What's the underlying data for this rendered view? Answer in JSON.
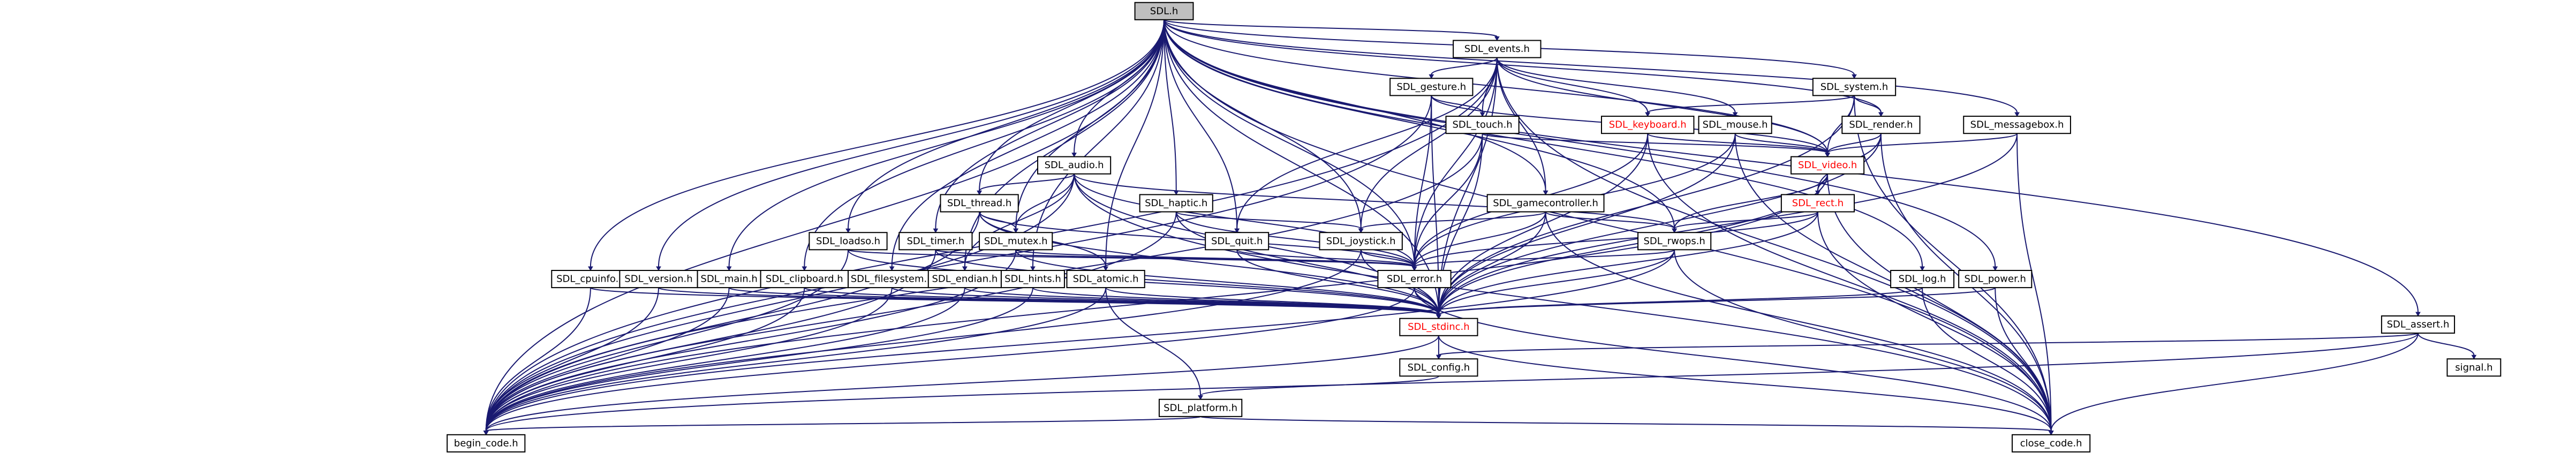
{
  "diagram": {
    "type": "include-dependency-graph",
    "colors": {
      "node_border": "#000000",
      "node_fill": "#ffffff",
      "root_fill": "#bfbfbf",
      "edge": "#191970",
      "text_default": "#000000",
      "text_highlight": "#ff0000",
      "border_highlight": "#ff0000"
    },
    "nodes": [
      {
        "id": "sdl",
        "label": "SDL.h",
        "root": true
      },
      {
        "id": "events",
        "label": "SDL_events.h"
      },
      {
        "id": "system",
        "label": "SDL_system.h"
      },
      {
        "id": "gesture",
        "label": "SDL_gesture.h"
      },
      {
        "id": "keyboard",
        "label": "SDL_keyboard.h",
        "highlight": true
      },
      {
        "id": "mouse",
        "label": "SDL_mouse.h"
      },
      {
        "id": "render",
        "label": "SDL_render.h"
      },
      {
        "id": "messagebox",
        "label": "SDL_messagebox.h"
      },
      {
        "id": "touch",
        "label": "SDL_touch.h"
      },
      {
        "id": "audio",
        "label": "SDL_audio.h"
      },
      {
        "id": "video",
        "label": "SDL_video.h",
        "highlight": true
      },
      {
        "id": "thread",
        "label": "SDL_thread.h"
      },
      {
        "id": "haptic",
        "label": "SDL_haptic.h"
      },
      {
        "id": "gamecontroller",
        "label": "SDL_gamecontroller.h"
      },
      {
        "id": "rect",
        "label": "SDL_rect.h",
        "highlight": true
      },
      {
        "id": "rwops",
        "label": "SDL_rwops.h"
      },
      {
        "id": "loadso",
        "label": "SDL_loadso.h"
      },
      {
        "id": "timer",
        "label": "SDL_timer.h"
      },
      {
        "id": "mutex",
        "label": "SDL_mutex.h"
      },
      {
        "id": "quit",
        "label": "SDL_quit.h"
      },
      {
        "id": "joystick",
        "label": "SDL_joystick.h"
      },
      {
        "id": "cpuinfo",
        "label": "SDL_cpuinfo.h"
      },
      {
        "id": "version",
        "label": "SDL_version.h"
      },
      {
        "id": "main",
        "label": "SDL_main.h"
      },
      {
        "id": "clipboard",
        "label": "SDL_clipboard.h"
      },
      {
        "id": "filesystem",
        "label": "SDL_filesystem.h"
      },
      {
        "id": "endian",
        "label": "SDL_endian.h"
      },
      {
        "id": "hints",
        "label": "SDL_hints.h"
      },
      {
        "id": "atomic",
        "label": "SDL_atomic.h"
      },
      {
        "id": "error",
        "label": "SDL_error.h"
      },
      {
        "id": "log",
        "label": "SDL_log.h"
      },
      {
        "id": "power",
        "label": "SDL_power.h"
      },
      {
        "id": "assert",
        "label": "SDL_assert.h"
      },
      {
        "id": "stdinc",
        "label": "SDL_stdinc.h",
        "highlight": true
      },
      {
        "id": "config",
        "label": "SDL_config.h"
      },
      {
        "id": "platform",
        "label": "SDL_platform.h"
      },
      {
        "id": "signal",
        "label": "signal.h",
        "borderless": true
      },
      {
        "id": "begin",
        "label": "begin_code.h"
      },
      {
        "id": "close",
        "label": "close_code.h"
      }
    ],
    "edges": [
      [
        "sdl",
        "events"
      ],
      [
        "sdl",
        "system"
      ],
      [
        "sdl",
        "messagebox"
      ],
      [
        "sdl",
        "render"
      ],
      [
        "sdl",
        "video"
      ],
      [
        "sdl",
        "audio"
      ],
      [
        "sdl",
        "haptic"
      ],
      [
        "sdl",
        "gamecontroller"
      ],
      [
        "sdl",
        "thread"
      ],
      [
        "sdl",
        "rwops"
      ],
      [
        "sdl",
        "loadso"
      ],
      [
        "sdl",
        "timer"
      ],
      [
        "sdl",
        "mutex"
      ],
      [
        "sdl",
        "quit"
      ],
      [
        "sdl",
        "joystick"
      ],
      [
        "sdl",
        "cpuinfo"
      ],
      [
        "sdl",
        "version"
      ],
      [
        "sdl",
        "main"
      ],
      [
        "sdl",
        "clipboard"
      ],
      [
        "sdl",
        "filesystem"
      ],
      [
        "sdl",
        "endian"
      ],
      [
        "sdl",
        "hints"
      ],
      [
        "sdl",
        "atomic"
      ],
      [
        "sdl",
        "error"
      ],
      [
        "sdl",
        "log"
      ],
      [
        "sdl",
        "power"
      ],
      [
        "sdl",
        "assert"
      ],
      [
        "sdl",
        "stdinc"
      ],
      [
        "sdl",
        "begin"
      ],
      [
        "sdl",
        "close"
      ],
      [
        "events",
        "gesture"
      ],
      [
        "events",
        "keyboard"
      ],
      [
        "events",
        "mouse"
      ],
      [
        "events",
        "touch"
      ],
      [
        "events",
        "video"
      ],
      [
        "events",
        "gamecontroller"
      ],
      [
        "events",
        "joystick"
      ],
      [
        "events",
        "quit"
      ],
      [
        "events",
        "error"
      ],
      [
        "events",
        "stdinc"
      ],
      [
        "events",
        "begin"
      ],
      [
        "events",
        "close"
      ],
      [
        "system",
        "render"
      ],
      [
        "system",
        "video"
      ],
      [
        "system",
        "keyboard"
      ],
      [
        "system",
        "stdinc"
      ],
      [
        "system",
        "close"
      ],
      [
        "gesture",
        "touch"
      ],
      [
        "gesture",
        "video"
      ],
      [
        "gesture",
        "error"
      ],
      [
        "gesture",
        "stdinc"
      ],
      [
        "gesture",
        "begin"
      ],
      [
        "keyboard",
        "video"
      ],
      [
        "keyboard",
        "error"
      ],
      [
        "keyboard",
        "stdinc"
      ],
      [
        "keyboard",
        "close"
      ],
      [
        "mouse",
        "video"
      ],
      [
        "mouse",
        "error"
      ],
      [
        "mouse",
        "stdinc"
      ],
      [
        "mouse",
        "close"
      ],
      [
        "render",
        "video"
      ],
      [
        "render",
        "rect"
      ],
      [
        "render",
        "stdinc"
      ],
      [
        "render",
        "close"
      ],
      [
        "messagebox",
        "video"
      ],
      [
        "messagebox",
        "stdinc"
      ],
      [
        "messagebox",
        "close"
      ],
      [
        "touch",
        "video"
      ],
      [
        "touch",
        "error"
      ],
      [
        "touch",
        "stdinc"
      ],
      [
        "touch",
        "begin"
      ],
      [
        "audio",
        "thread"
      ],
      [
        "audio",
        "mutex"
      ],
      [
        "audio",
        "endian"
      ],
      [
        "audio",
        "rwops"
      ],
      [
        "audio",
        "error"
      ],
      [
        "audio",
        "stdinc"
      ],
      [
        "audio",
        "begin"
      ],
      [
        "audio",
        "close"
      ],
      [
        "video",
        "rect"
      ],
      [
        "video",
        "rwops"
      ],
      [
        "video",
        "stdinc"
      ],
      [
        "video",
        "begin"
      ],
      [
        "video",
        "close"
      ],
      [
        "thread",
        "mutex"
      ],
      [
        "thread",
        "atomic"
      ],
      [
        "thread",
        "error"
      ],
      [
        "thread",
        "stdinc"
      ],
      [
        "thread",
        "begin"
      ],
      [
        "haptic",
        "joystick"
      ],
      [
        "haptic",
        "error"
      ],
      [
        "haptic",
        "stdinc"
      ],
      [
        "haptic",
        "begin"
      ],
      [
        "gamecontroller",
        "joystick"
      ],
      [
        "gamecontroller",
        "rwops"
      ],
      [
        "gamecontroller",
        "error"
      ],
      [
        "gamecontroller",
        "stdinc"
      ],
      [
        "gamecontroller",
        "close"
      ],
      [
        "rect",
        "error"
      ],
      [
        "rect",
        "rwops"
      ],
      [
        "rect",
        "stdinc"
      ],
      [
        "rect",
        "close"
      ],
      [
        "rwops",
        "error"
      ],
      [
        "rwops",
        "stdinc"
      ],
      [
        "rwops",
        "begin"
      ],
      [
        "rwops",
        "close"
      ],
      [
        "loadso",
        "error"
      ],
      [
        "loadso",
        "stdinc"
      ],
      [
        "loadso",
        "begin"
      ],
      [
        "timer",
        "error"
      ],
      [
        "timer",
        "stdinc"
      ],
      [
        "timer",
        "begin"
      ],
      [
        "mutex",
        "error"
      ],
      [
        "mutex",
        "stdinc"
      ],
      [
        "mutex",
        "begin"
      ],
      [
        "quit",
        "error"
      ],
      [
        "quit",
        "stdinc"
      ],
      [
        "joystick",
        "error"
      ],
      [
        "joystick",
        "stdinc"
      ],
      [
        "joystick",
        "begin"
      ],
      [
        "cpuinfo",
        "stdinc"
      ],
      [
        "cpuinfo",
        "begin"
      ],
      [
        "version",
        "stdinc"
      ],
      [
        "version",
        "begin"
      ],
      [
        "main",
        "stdinc"
      ],
      [
        "main",
        "begin"
      ],
      [
        "clipboard",
        "stdinc"
      ],
      [
        "clipboard",
        "begin"
      ],
      [
        "filesystem",
        "stdinc"
      ],
      [
        "filesystem",
        "begin"
      ],
      [
        "endian",
        "stdinc"
      ],
      [
        "endian",
        "begin"
      ],
      [
        "hints",
        "stdinc"
      ],
      [
        "hints",
        "begin"
      ],
      [
        "atomic",
        "platform"
      ],
      [
        "atomic",
        "stdinc"
      ],
      [
        "atomic",
        "begin"
      ],
      [
        "error",
        "stdinc"
      ],
      [
        "error",
        "begin"
      ],
      [
        "error",
        "close"
      ],
      [
        "log",
        "stdinc"
      ],
      [
        "log",
        "close"
      ],
      [
        "power",
        "stdinc"
      ],
      [
        "power",
        "close"
      ],
      [
        "assert",
        "config"
      ],
      [
        "assert",
        "signal"
      ],
      [
        "assert",
        "begin"
      ],
      [
        "assert",
        "close"
      ],
      [
        "stdinc",
        "config"
      ],
      [
        "stdinc",
        "begin"
      ],
      [
        "stdinc",
        "close"
      ],
      [
        "config",
        "platform"
      ],
      [
        "platform",
        "begin"
      ],
      [
        "platform",
        "close"
      ]
    ]
  }
}
